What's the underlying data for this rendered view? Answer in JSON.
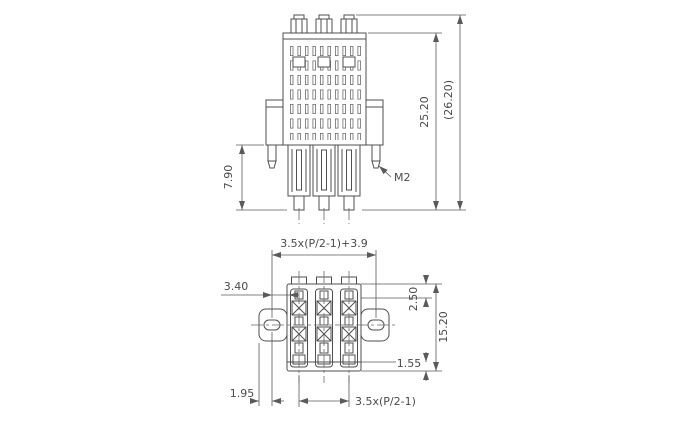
{
  "page": {
    "background": "#ffffff"
  },
  "drawing": {
    "type": "terminal-block-connector-technical-drawing",
    "views": {
      "front": {
        "dim_body_height": "25.20",
        "dim_total_height": "(26.20)",
        "dim_plug_height": "7.90",
        "thread_label": "M2"
      },
      "plan": {
        "dim_overall_width": "3.5x(P/2-1)+3.9",
        "dim_flange_offset": "3.40",
        "dim_top_inset": "2.50",
        "dim_depth": "15.20",
        "dim_bottom_inset": "1.55",
        "dim_edge_offset": "1.95",
        "dim_pitch_span": "3.5x(P/2-1)"
      }
    },
    "colors": {
      "line": "#4f4f4f",
      "dimension": "#5a5a5a",
      "text": "#4a4a4a"
    }
  }
}
